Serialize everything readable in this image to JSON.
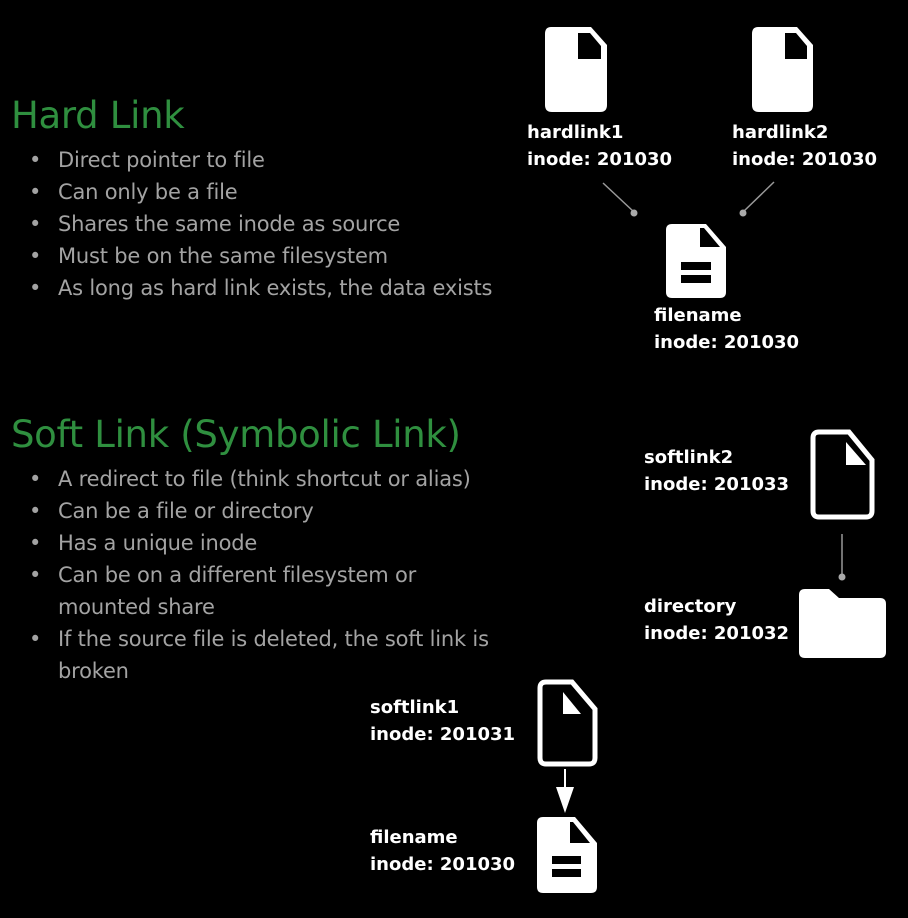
{
  "hard_link": {
    "title": "Hard Link",
    "bullets": [
      "Direct pointer to file",
      "Can only be a file",
      "Shares the same inode as source",
      "Must be on the same filesystem",
      "As long as hard link exists, the data exists"
    ],
    "diagram": {
      "hardlink1": {
        "name": "hardlink1",
        "inode": "inode: 201030"
      },
      "hardlink2": {
        "name": "hardlink2",
        "inode": "inode: 201030"
      },
      "target": {
        "name": "filename",
        "inode": "inode: 201030"
      }
    }
  },
  "soft_link": {
    "title": "Soft Link (Symbolic Link)",
    "bullets": [
      "A redirect to file (think shortcut or alias)",
      "Can be a file or directory",
      "Has a unique inode",
      "Can be on a different filesystem or mounted share",
      "If the source file is deleted, the soft link is broken"
    ],
    "diagram": {
      "softlink2": {
        "name": "softlink2",
        "inode": "inode: 201033"
      },
      "directory": {
        "name": "directory",
        "inode": "inode: 201032"
      },
      "softlink1": {
        "name": "softlink1",
        "inode": "inode: 201031"
      },
      "target": {
        "name": "filename",
        "inode": "inode: 201030"
      }
    }
  },
  "colors": {
    "title": "#2f8f3f",
    "bullet_text": "#a3a3a3",
    "background": "#000000",
    "icon": "#ffffff"
  }
}
